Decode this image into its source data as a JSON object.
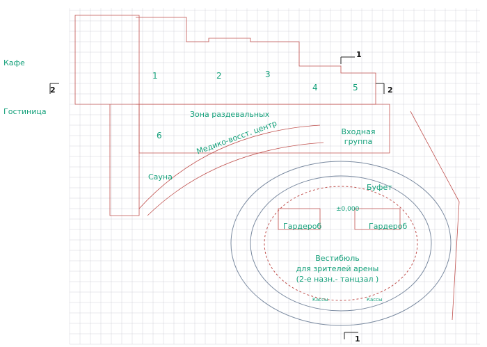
{
  "side_labels": {
    "cafe": "Кафе",
    "hotel": "Гостиница"
  },
  "rooms": {
    "r1": "1",
    "r2": "2",
    "r3": "3",
    "r4": "4",
    "r5": "5",
    "r6": "6",
    "changing_zone": "Зона раздевальных",
    "medical_center": "Медико-восст. центр",
    "entrance_line1": "Входная",
    "entrance_line2": "группа",
    "sauna": "Сауна",
    "buffet": "Буфет",
    "level": "±0,000",
    "cloakroom_left": "Гардероб",
    "cloakroom_right": "Гардероб",
    "lobby_line1": "Вестибюль",
    "lobby_line2": "для зрителей арены",
    "lobby_line3": "(2-е  назн.- танцзал )",
    "ticket_left": "Кассы",
    "ticket_right": "Кассы"
  },
  "section_marks": {
    "s1_top": "1",
    "s1_bottom": "1",
    "s2_left": "2",
    "s2_right": "2"
  },
  "colors": {
    "label": "#13a07a",
    "wall": "#c0504d",
    "grid": "#c8c8d0",
    "structure": "#7a8aa0"
  }
}
